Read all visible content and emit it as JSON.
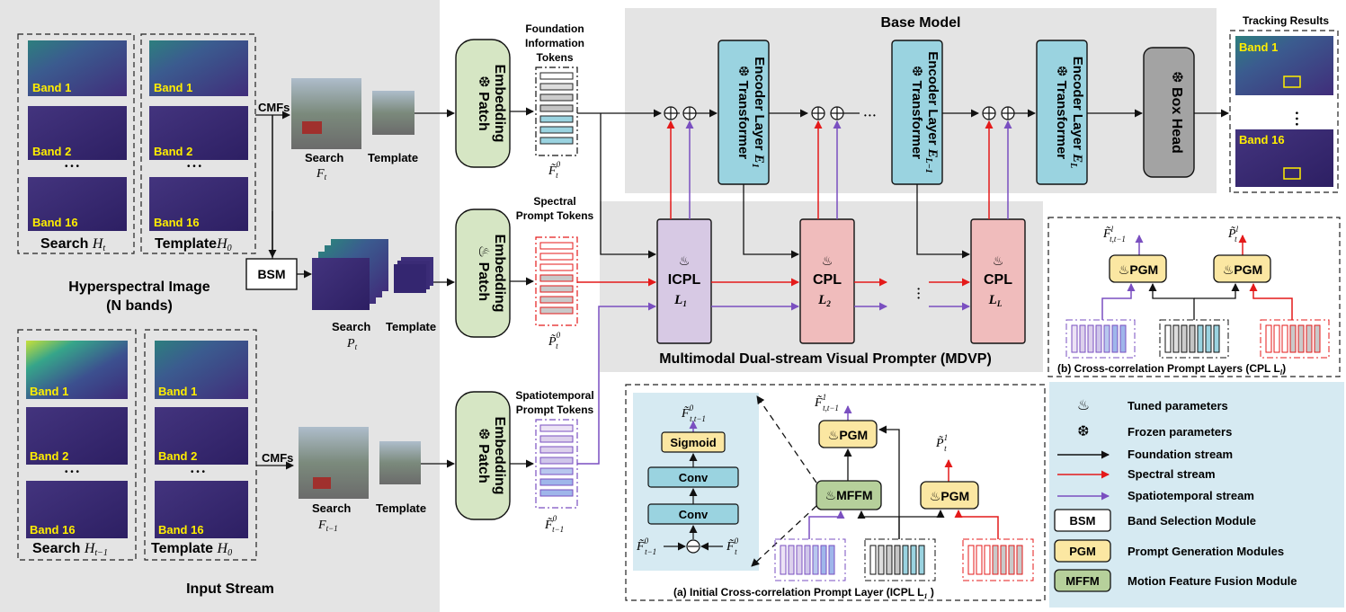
{
  "input_stream": {
    "title": "Input Stream",
    "hsi_title_line1": "Hyperspectral Image",
    "hsi_title_line2": "(N bands)",
    "band_first": "Band 1",
    "band_second": "Band 2",
    "band_last": "Band 16",
    "dots": "• • •",
    "search_label": "Search",
    "template_label": "Template",
    "search_sub_top": "H",
    "search_sub_top_idx": "t",
    "template_sub": "H",
    "template_sub_idx": "0",
    "search_sub_bottom": "H",
    "search_sub_bottom_idx": "t−1",
    "cmfs": "CMFs",
    "bsm": "BSM",
    "search_rgb_label": "Search",
    "template_rgb_label": "Template",
    "f_t": "F",
    "f_t_idx": "t",
    "p_t": "P",
    "p_t_idx": "t",
    "f_t1": "F",
    "f_t1_idx": "t−1"
  },
  "patch_embedding": {
    "label_line1": "Patch",
    "label_line2": "Embedding",
    "foundation_tokens_line1": "Foundation",
    "foundation_tokens_line2": "Information",
    "foundation_tokens_line3": "Tokens",
    "spectral_tokens_line1": "Spectral",
    "spectral_tokens_line2": "Prompt Tokens",
    "spatiotemporal_tokens_line1": "Spatiotemporal",
    "spatiotemporal_tokens_line2": "Prompt Tokens",
    "ft0": "F̃",
    "ft0_sup": "0",
    "ft0_sub": "t",
    "pt0": "P̃",
    "pt0_sup": "0",
    "pt0_sub": "t",
    "ft10": "F̃",
    "ft10_sup": "0",
    "ft10_sub": "t−1"
  },
  "base_model": {
    "title": "Base Model",
    "encoder_label": "Transformer Encoder Layer",
    "e1": "E",
    "e1_idx": "1",
    "el1": "E",
    "el1_idx": "L−1",
    "el": "E",
    "el_idx": "L",
    "box_head": "Box Head",
    "dots": "• • •"
  },
  "mdvp": {
    "title": "Multimodal Dual-stream Visual Prompter (MDVP)",
    "icpl": "ICPL",
    "icpl_l": "L",
    "icpl_l_idx": "1",
    "cpl": "CPL",
    "cpl_l2": "L",
    "cpl_l2_idx": "2",
    "cpl_ll": "L",
    "cpl_ll_idx": "L",
    "dots": "• • •"
  },
  "tracking": {
    "title": "Tracking Results",
    "band_first": "Band 1",
    "band_last": "Band 16",
    "dots": "• • •"
  },
  "panel_b": {
    "caption": "(b) Cross-correlation Prompt Layers  (CPL  L",
    "caption_idx": "l",
    "caption_end": ")",
    "pgm": "PGM",
    "f_out": "F̃",
    "f_out_sup": "l",
    "f_out_sub": "t,t−1",
    "p_out": "P̃",
    "p_out_sup": "l",
    "p_out_sub": "t"
  },
  "panel_a": {
    "caption": "(a) Initial Cross-correlation Prompt Layer (ICPL  L",
    "caption_idx": "1",
    "caption_end": "  )",
    "sigmoid": "Sigmoid",
    "conv": "Conv",
    "pgm": "PGM",
    "mffm": "MFFM",
    "f_top": "F̃",
    "f_top_sup": "0",
    "f_top_sub": "t,t−1",
    "f_left": "F̃",
    "f_left_sup": "0",
    "f_left_sub": "t−1",
    "f_right": "F̃",
    "f_right_sup": "0",
    "f_right_sub": "t",
    "f1_out": "F̃",
    "f1_out_sup": "1",
    "f1_out_sub": "t,t−1",
    "p1_out": "P̃",
    "p1_out_sup": "1",
    "p1_out_sub": "t"
  },
  "legend": {
    "tuned": "Tuned parameters",
    "frozen": "Frozen parameters",
    "foundation": "Foundation stream",
    "spectral": "Spectral stream",
    "spatiotemporal": "Spatiotemporal stream",
    "bsm_key": "BSM",
    "bsm_desc": "Band Selection Module",
    "pgm_key": "PGM",
    "pgm_desc": "Prompt Generation Modules",
    "mffm_key": "MFFM",
    "mffm_desc": "Motion Feature Fusion Module"
  },
  "colors": {
    "panel_gray": "#e4e4e4",
    "legend_blue": "#d6eaf2",
    "encoder_cyan": "#9ad3e0",
    "icpl_purple": "#d7c9e4",
    "cpl_pink": "#f0bcbc",
    "patch_green": "#d6e6c4",
    "pgm_yellow": "#fbe7a2",
    "mffm_green": "#b6d09b",
    "box_head_gray": "#a3a3a3",
    "red_stream": "#e41a1a",
    "purple_stream": "#7a4fc0",
    "band_yellow": "#ffee00"
  }
}
